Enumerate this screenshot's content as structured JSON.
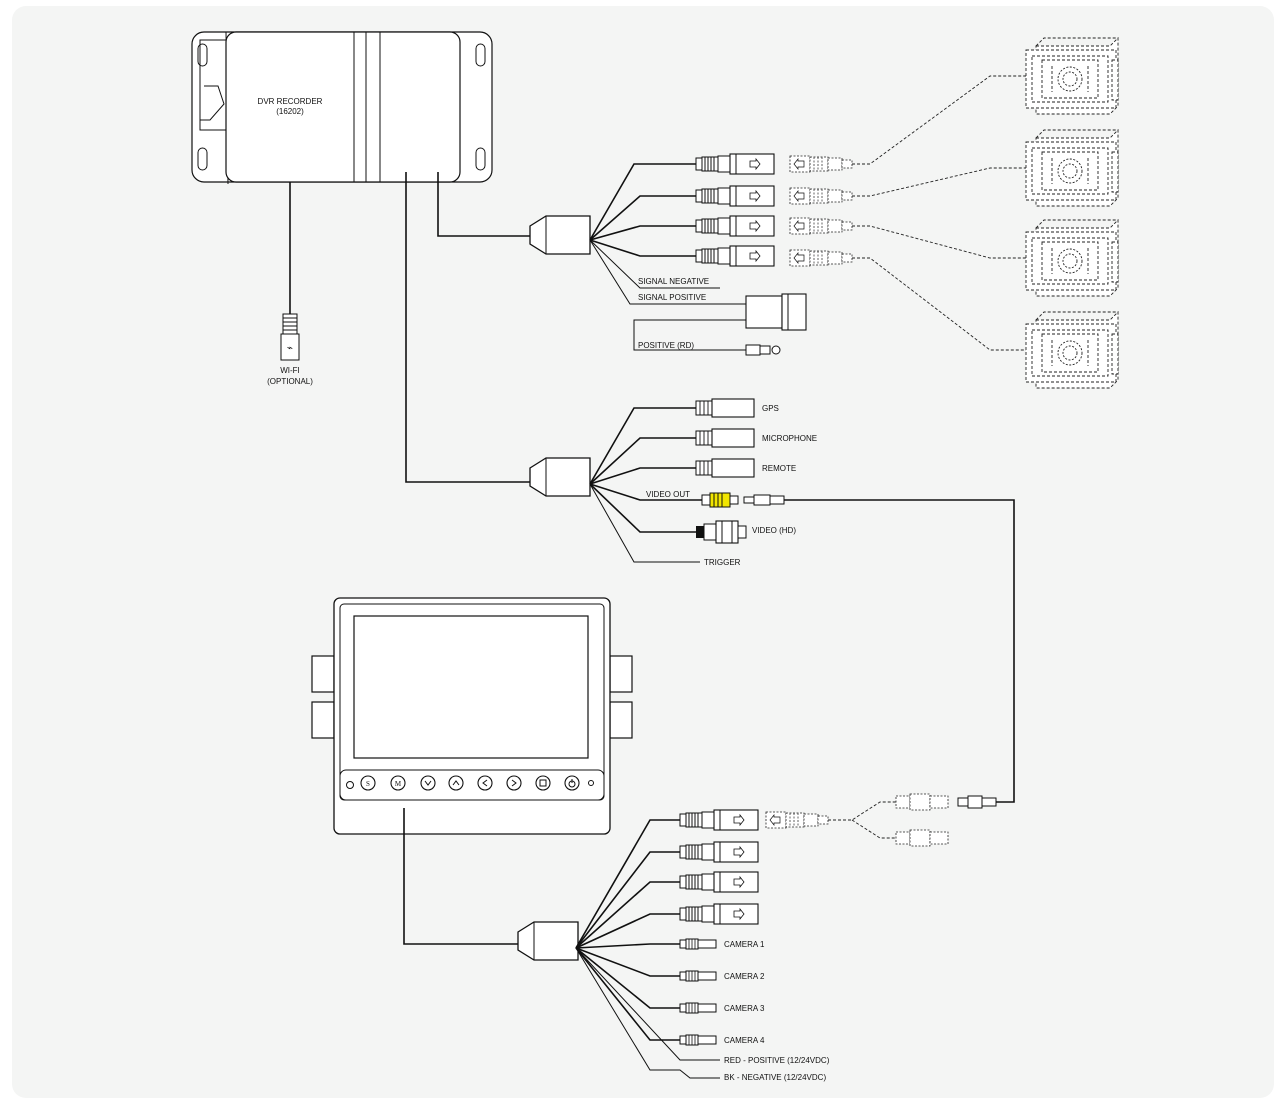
{
  "recorder": {
    "title": "DVR RECORDER",
    "model": "(16202)"
  },
  "wifi": {
    "label_1": "WI-FI",
    "label_2": "(OPTIONAL)"
  },
  "harness_power": {
    "signal_negative": "SIGNAL NEGATIVE",
    "signal_positive": "SIGNAL POSITIVE",
    "positive_rd": "POSITIVE (RD)"
  },
  "harness_io": {
    "gps": "GPS",
    "microphone": "MICROPHONE",
    "remote": "REMOTE",
    "video_out": "VIDEO OUT",
    "video_hd": "VIDEO (HD)",
    "trigger": "TRIGGER"
  },
  "monitor_harness": {
    "camera_1": "CAMERA 1",
    "camera_2": "CAMERA 2",
    "camera_3": "CAMERA 3",
    "camera_4": "CAMERA 4",
    "red_positive": "RED - POSITIVE (12/24VDC)",
    "bk_negative": "BK - NEGATIVE (12/24VDC)"
  },
  "monitor_buttons": [
    "S",
    "M"
  ],
  "colors": {
    "background_panel": "#f4f5f4",
    "line": "#111111",
    "video_out_plug": "#f2e600"
  }
}
